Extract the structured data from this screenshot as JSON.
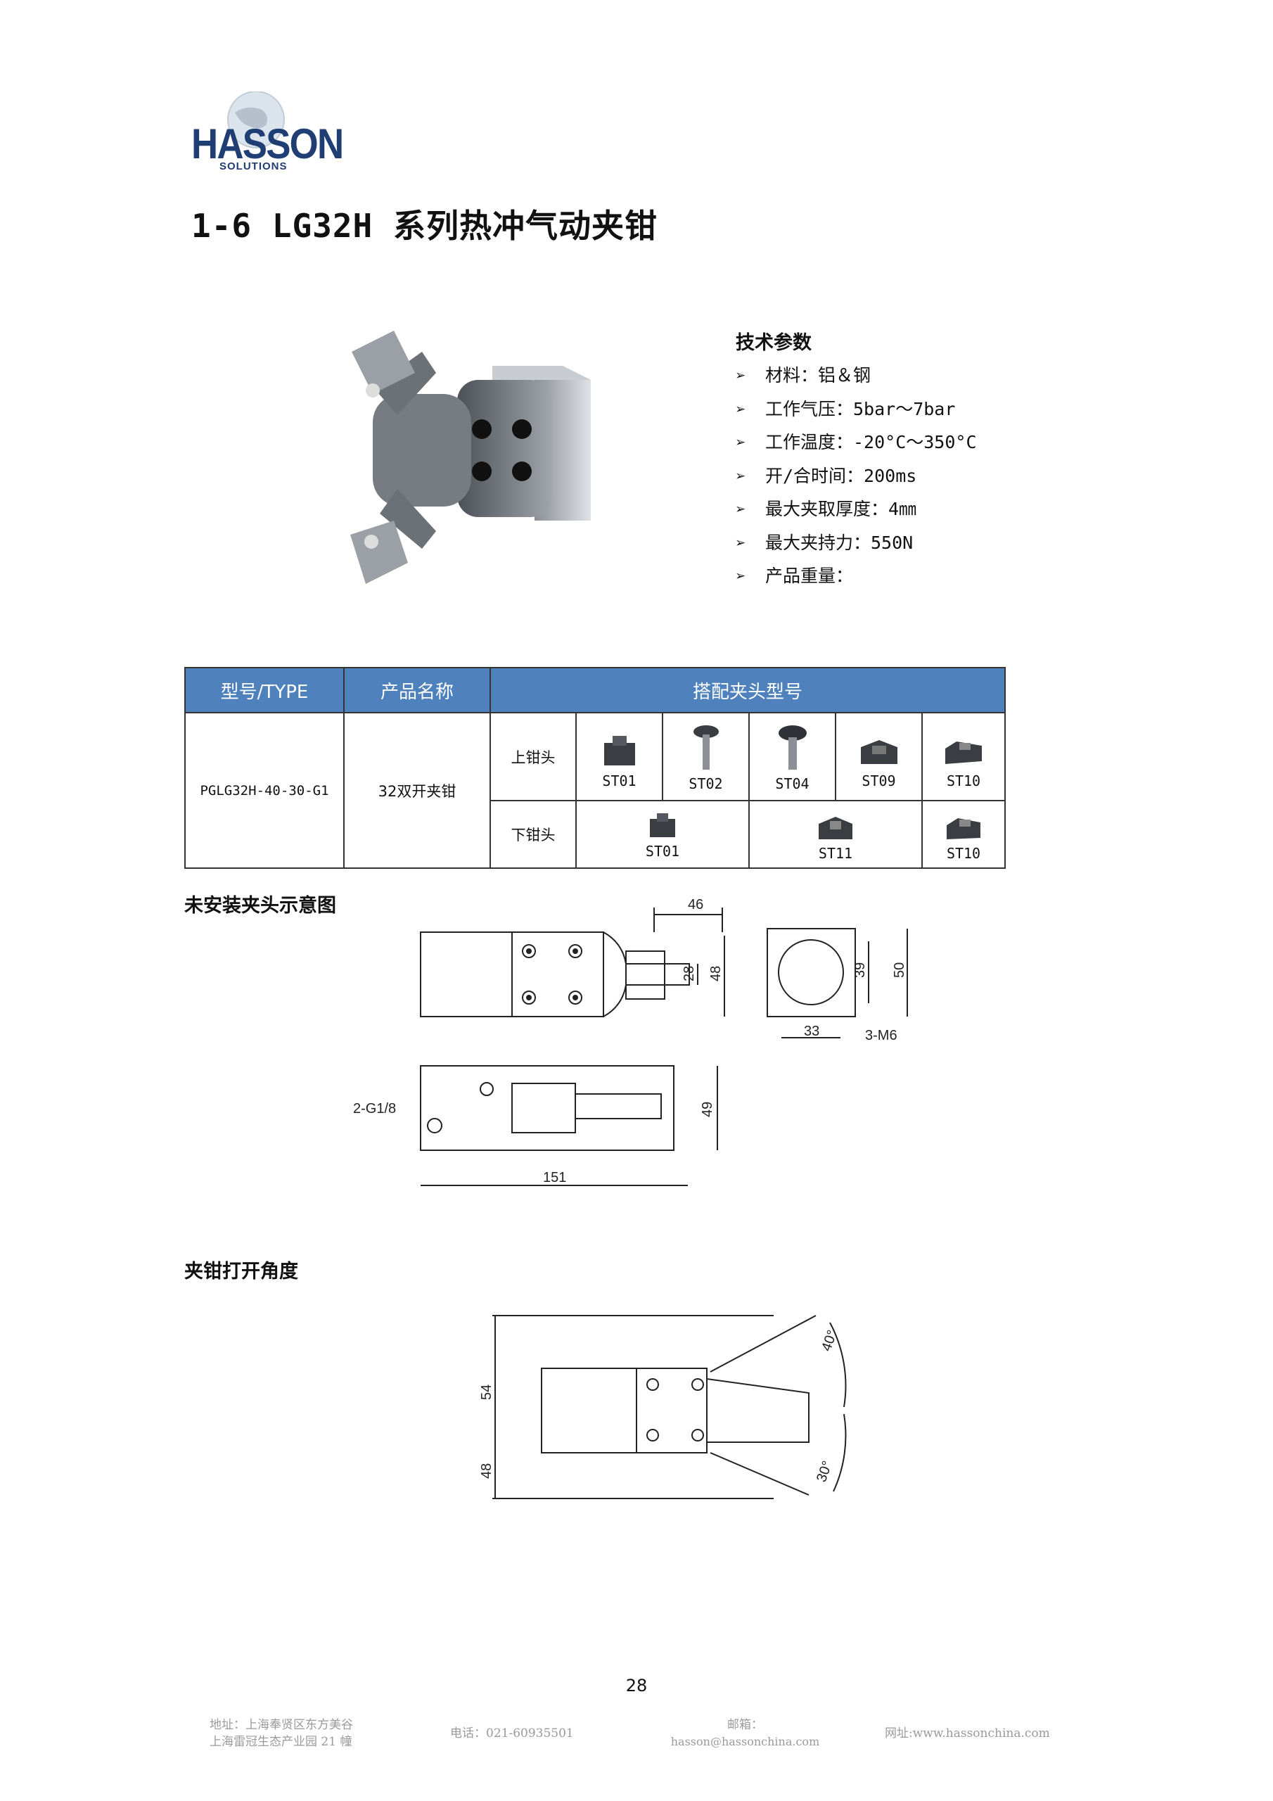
{
  "header": {
    "logo_word": "HASSON",
    "logo_sub": "SOLUTIONS"
  },
  "title": "1-6  LG32H 系列热冲气动夹钳",
  "specs": {
    "heading": "技术参数",
    "items": [
      "材料：铝＆钢",
      "工作气压：5bar～7bar",
      "工作温度：-20°C～350°C",
      "开/合时间：200ms",
      "最大夹取厚度：4㎜",
      "最大夹持力：550N",
      "产品重量："
    ]
  },
  "table": {
    "headers": [
      "型号/TYPE",
      "产品名称",
      "搭配夹头型号"
    ],
    "model": "PGLG32H-40-30-G1",
    "product_name": "32双开夹钳",
    "upper_label": "上钳头",
    "lower_label": "下钳头",
    "upper_heads": [
      "ST01",
      "ST02",
      "ST04",
      "ST09",
      "ST10"
    ],
    "lower_heads": [
      "ST01",
      "ST11",
      "ST10"
    ]
  },
  "sections": {
    "drawing_title": "未安装夹头示意图",
    "angle_title": "夹钳打开角度"
  },
  "drawing": {
    "dim_46": "46",
    "dim_28": "28",
    "dim_48": "48",
    "dim_39": "39",
    "dim_50": "50",
    "dim_33": "33",
    "thread": "3-M6",
    "port": "2-G1/8",
    "dim_49": "49",
    "dim_151": "151",
    "angle_54": "54",
    "angle_48": "48",
    "angle_40": "40°",
    "angle_30": "30°"
  },
  "page_number": "28",
  "footer": {
    "address_1": "地址：上海奉贤区东方美谷",
    "address_2": "上海雷冠生态产业园 21 幢",
    "phone": "电话：021-60935501",
    "email_label": "邮箱：",
    "email": "hasson@hassonchina.com",
    "website": "网址:www.hassonchina.com"
  },
  "colors": {
    "header_blue": "#4f81bd",
    "logo_blue": "#1f3e73"
  }
}
